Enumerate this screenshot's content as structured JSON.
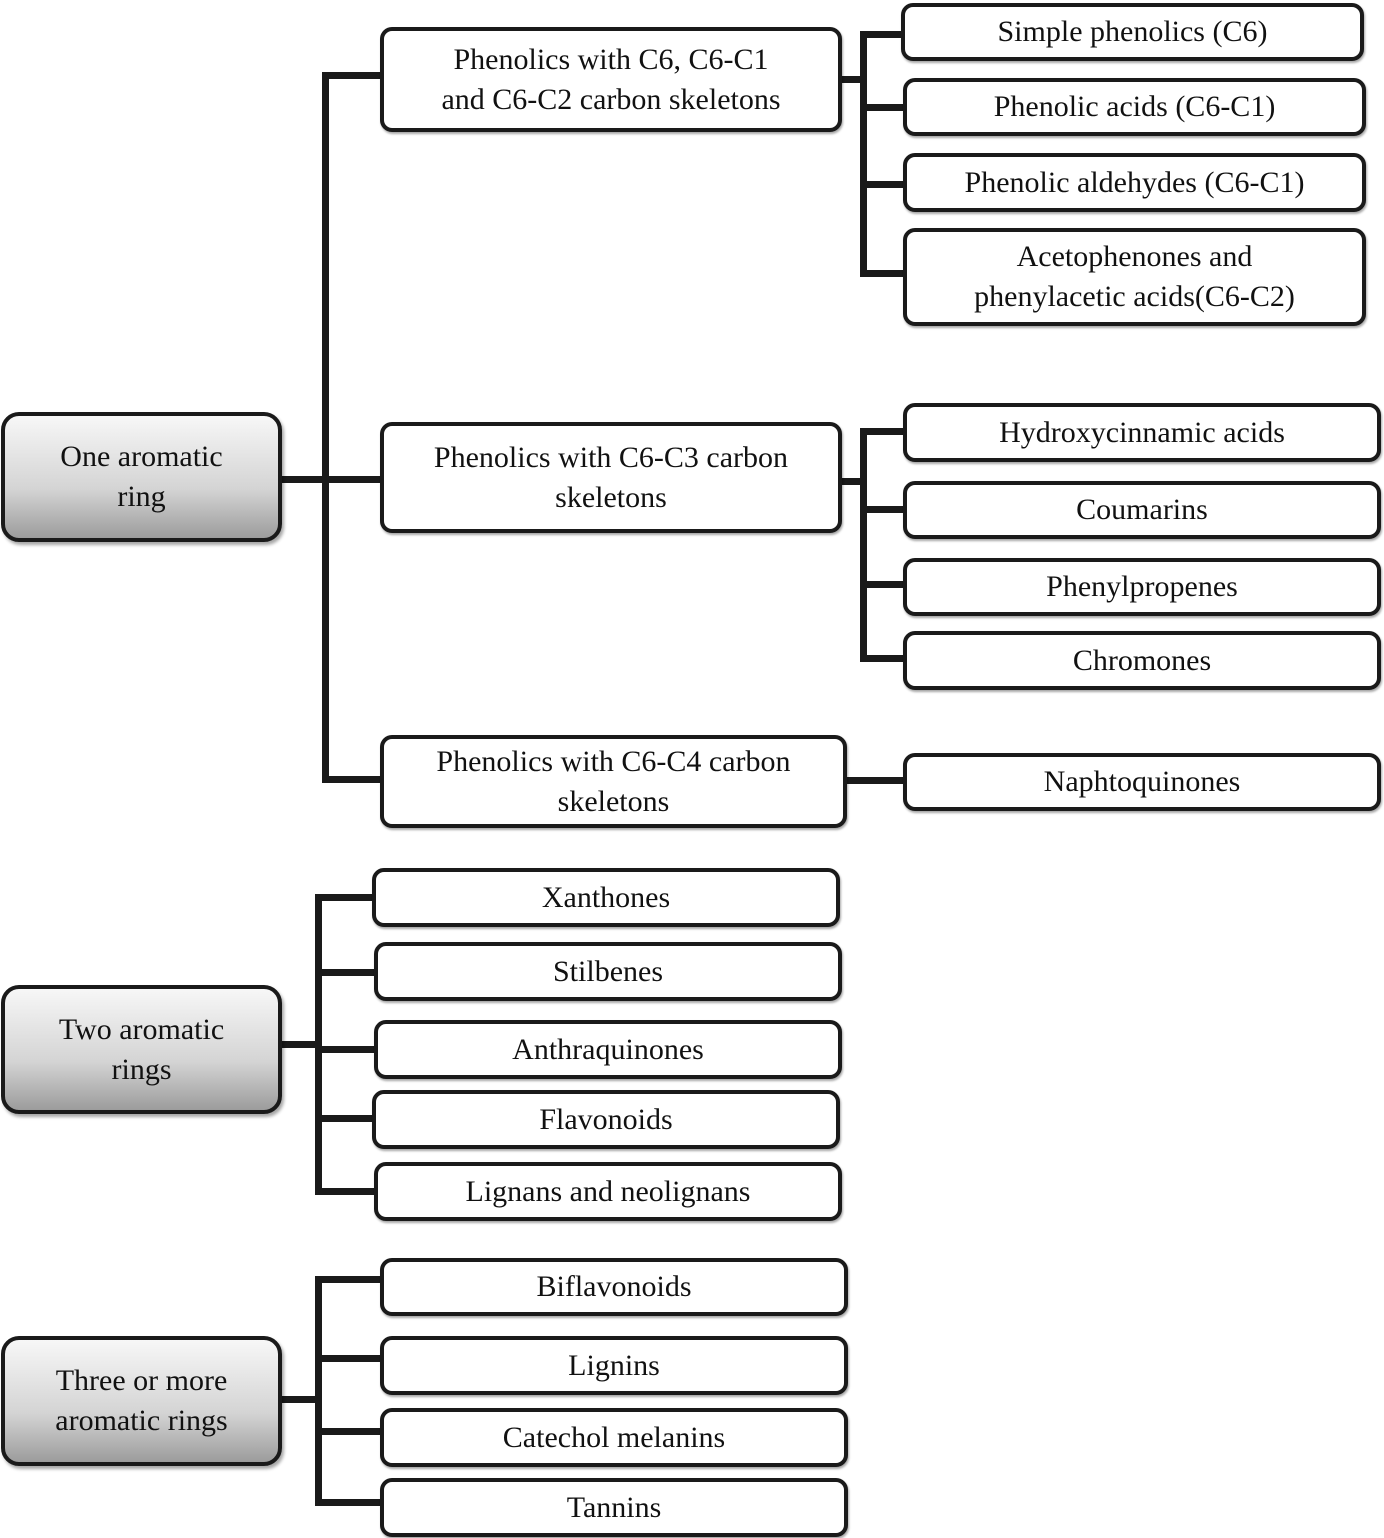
{
  "groups": [
    {
      "label": "One aromatic\nring",
      "subgroups": [
        {
          "label": "Phenolics with C6, C6-C1\nand C6-C2 carbon skeletons",
          "items": [
            "Simple phenolics (C6)",
            "Phenolic acids (C6-C1)",
            "Phenolic aldehydes (C6-C1)",
            "Acetophenones and\nphenylacetic acids(C6-C2)"
          ]
        },
        {
          "label": "Phenolics with C6-C3 carbon\nskeletons",
          "items": [
            "Hydroxycinnamic acids",
            "Coumarins",
            "Phenylpropenes",
            "Chromones"
          ]
        },
        {
          "label": "Phenolics with C6-C4 carbon\nskeletons",
          "items": [
            "Naphtoquinones"
          ]
        }
      ]
    },
    {
      "label": "Two aromatic\nrings",
      "items": [
        "Xanthones",
        "Stilbenes",
        "Anthraquinones",
        "Flavonoids",
        "Lignans and neolignans"
      ]
    },
    {
      "label": "Three or more\naromatic rings",
      "items": [
        "Biflavonoids",
        "Lignins",
        "Catechol melanins",
        "Tannins"
      ]
    }
  ]
}
